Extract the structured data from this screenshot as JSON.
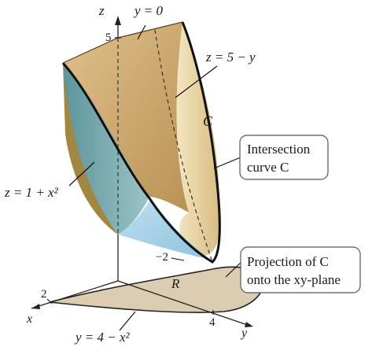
{
  "labels": {
    "z_axis": "z",
    "y_axis": "y",
    "x_axis": "x",
    "tick_z5": "5",
    "tick_x2": "2",
    "tick_y4": "4",
    "tick_neg2": "−2",
    "plane_y0": "y = 0",
    "plane_z5y": "z = 5 − y",
    "curve_c": "C",
    "surface_z1x2": "z = 1 + x²",
    "boundary_y4x2": "y = 4 − x²",
    "region_r": "R"
  },
  "callouts": {
    "intersection_line1": "Intersection",
    "intersection_line2": "curve C",
    "projection_line1": "Projection of C",
    "projection_line2": "onto the xy-plane"
  },
  "colors": {
    "top_plane": "#d2ad73",
    "paraboloid_back": "#a8893f",
    "teal_face": "#6fa3a8",
    "light_blue": "#a7d1e6",
    "cream": "#ead8a6",
    "region_fill": "#dccbb0"
  }
}
